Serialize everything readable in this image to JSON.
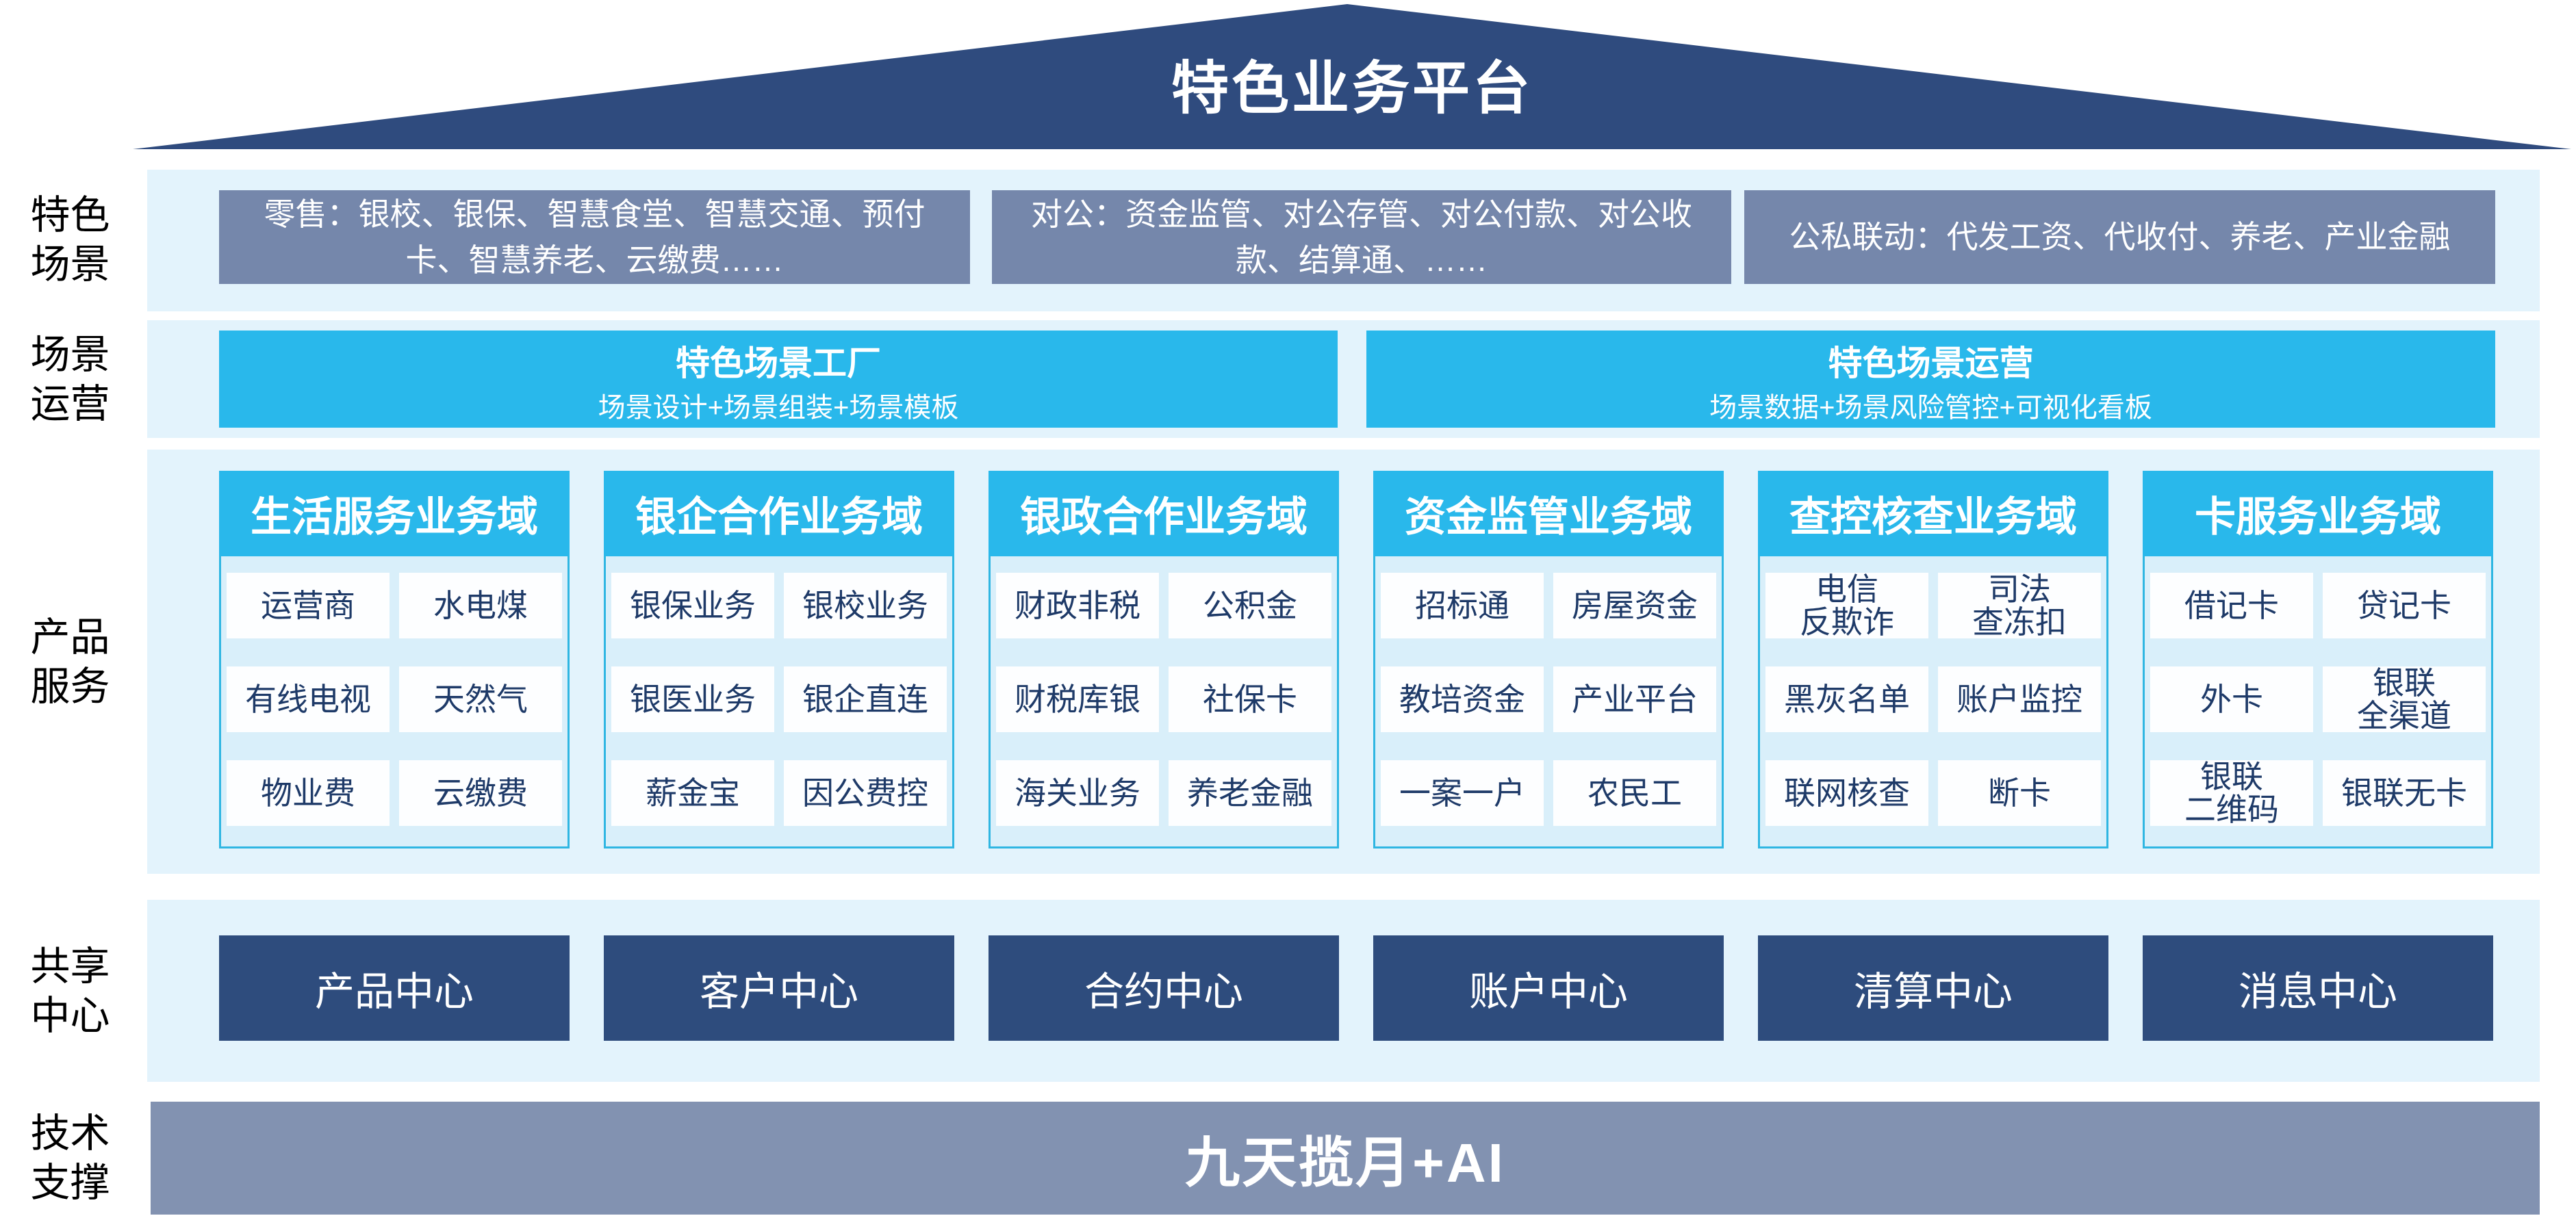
{
  "roof": {
    "title": "特色业务平台"
  },
  "side_labels": {
    "scenes": "特色\n场景",
    "operation": "场景\n运营",
    "products": "产品\n服务",
    "sharing": "共享\n中心",
    "tech": "技术\n支撑"
  },
  "scene_row": {
    "boxes": [
      "零售：银校、银保、智慧食堂、智慧交通、预付卡、智慧养老、云缴费……",
      "对公：资金监管、对公存管、对公付款、对公收款、结算通、……",
      "公私联动：代发工资、代收付、养老、产业金融"
    ]
  },
  "operation_row": {
    "boxes": [
      {
        "title": "特色场景工厂",
        "subtitle": "场景设计+场景组装+场景模板"
      },
      {
        "title": "特色场景运营",
        "subtitle": "场景数据+场景风险管控+可视化看板"
      }
    ]
  },
  "product_row": {
    "columns": [
      {
        "header": "生活服务业务域",
        "cells": [
          "运营商",
          "水电煤",
          "有线电视",
          "天然气",
          "物业费",
          "云缴费"
        ]
      },
      {
        "header": "银企合作业务域",
        "cells": [
          "银保业务",
          "银校业务",
          "银医业务",
          "银企直连",
          "薪金宝",
          "因公费控"
        ]
      },
      {
        "header": "银政合作业务域",
        "cells": [
          "财政非税",
          "公积金",
          "财税库银",
          "社保卡",
          "海关业务",
          "养老金融"
        ]
      },
      {
        "header": "资金监管业务域",
        "cells": [
          "招标通",
          "房屋资金",
          "教培资金",
          "产业平台",
          "一案一户",
          "农民工"
        ]
      },
      {
        "header": "查控核查业务域",
        "cells": [
          "电信\n反欺诈",
          "司法\n查冻扣",
          "黑灰名单",
          "账户监控",
          "联网核查",
          "断卡"
        ]
      },
      {
        "header": "卡服务业务域",
        "cells": [
          "借记卡",
          "贷记卡",
          "外卡",
          "银联\n全渠道",
          "银联\n二维码",
          "银联无卡"
        ]
      }
    ]
  },
  "sharing_row": {
    "centers": [
      "产品中心",
      "客户中心",
      "合约中心",
      "账户中心",
      "清算中心",
      "消息中心"
    ]
  },
  "tech_row": {
    "label": "九天揽月+AI"
  },
  "colors": {
    "roof_navy": "#2F4B7E",
    "band_light_blue": "#E3F3FC",
    "scene_slate": "#7587AB",
    "cyan_accent": "#29B8EB",
    "panel_light_cyan": "#D9EFFA",
    "panel_border_cyan": "#2FB6E2",
    "cell_text_navy": "#1E3A68",
    "center_navy": "#2E4C7D",
    "tech_bar_slate": "#8292B1"
  }
}
